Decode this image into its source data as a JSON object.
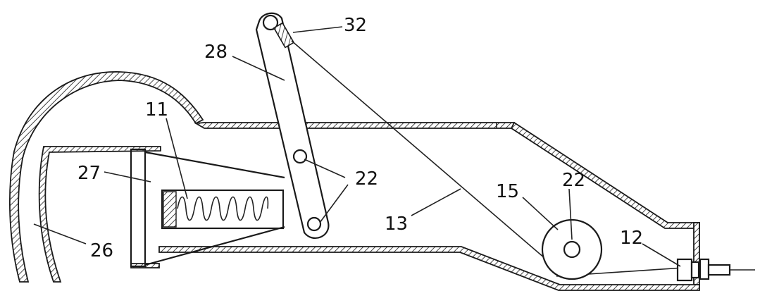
{
  "labels": {
    "l32": "32",
    "l28": "28",
    "l11": "11",
    "l22a": "22",
    "l27": "27",
    "l15": "15",
    "l22b": "22",
    "l13": "13",
    "l12": "12",
    "l26": "26"
  },
  "colors": {
    "line": "#1a1a1a",
    "background": "#ffffff"
  }
}
